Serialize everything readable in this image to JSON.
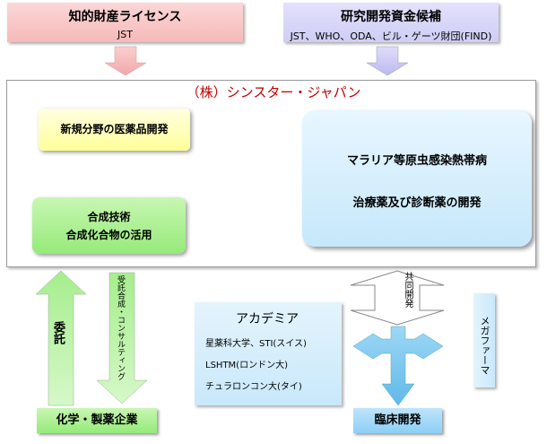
{
  "top_boxes": {
    "left": {
      "title": "知的財産ライセンス",
      "subtitle": "JST"
    },
    "right": {
      "title": "研究開発資金候補",
      "subtitle": "JST、WHO、ODA、ビル・ゲーツ財団(FIND)"
    }
  },
  "company": {
    "name": "（株）シンスター・ジャパン"
  },
  "boxes": {
    "new_drug": "新規分野の医薬品開発",
    "synthesis": {
      "line1": "合成技術",
      "line2": "合成化合物の活用"
    },
    "malaria": {
      "line1": "マラリア等原虫感染熱帯病",
      "line2": "治療薬及び診断薬の開発"
    },
    "academia": {
      "title": "アカデミア",
      "items": [
        "星薬科大学、STI(スイス)",
        "LSHTM(ロンドン大)",
        "チュラロンコン大(タイ)"
      ]
    },
    "mega_pharma": "メガファーマ",
    "chemical_company": "化学・製薬企業",
    "clinical": "臨床開発"
  },
  "arrow_labels": {
    "commission": "委託",
    "contract": "受託合成・コンサルティング",
    "joint": "共同開発"
  },
  "colors": {
    "pink": "#f6b9b9",
    "lavender": "#cfcdf5",
    "yellow": "#ffff99",
    "green": "#95ea7a",
    "light_blue": "#c6e8fb",
    "blue": "#8ccff6",
    "company_red": "#c00000"
  }
}
